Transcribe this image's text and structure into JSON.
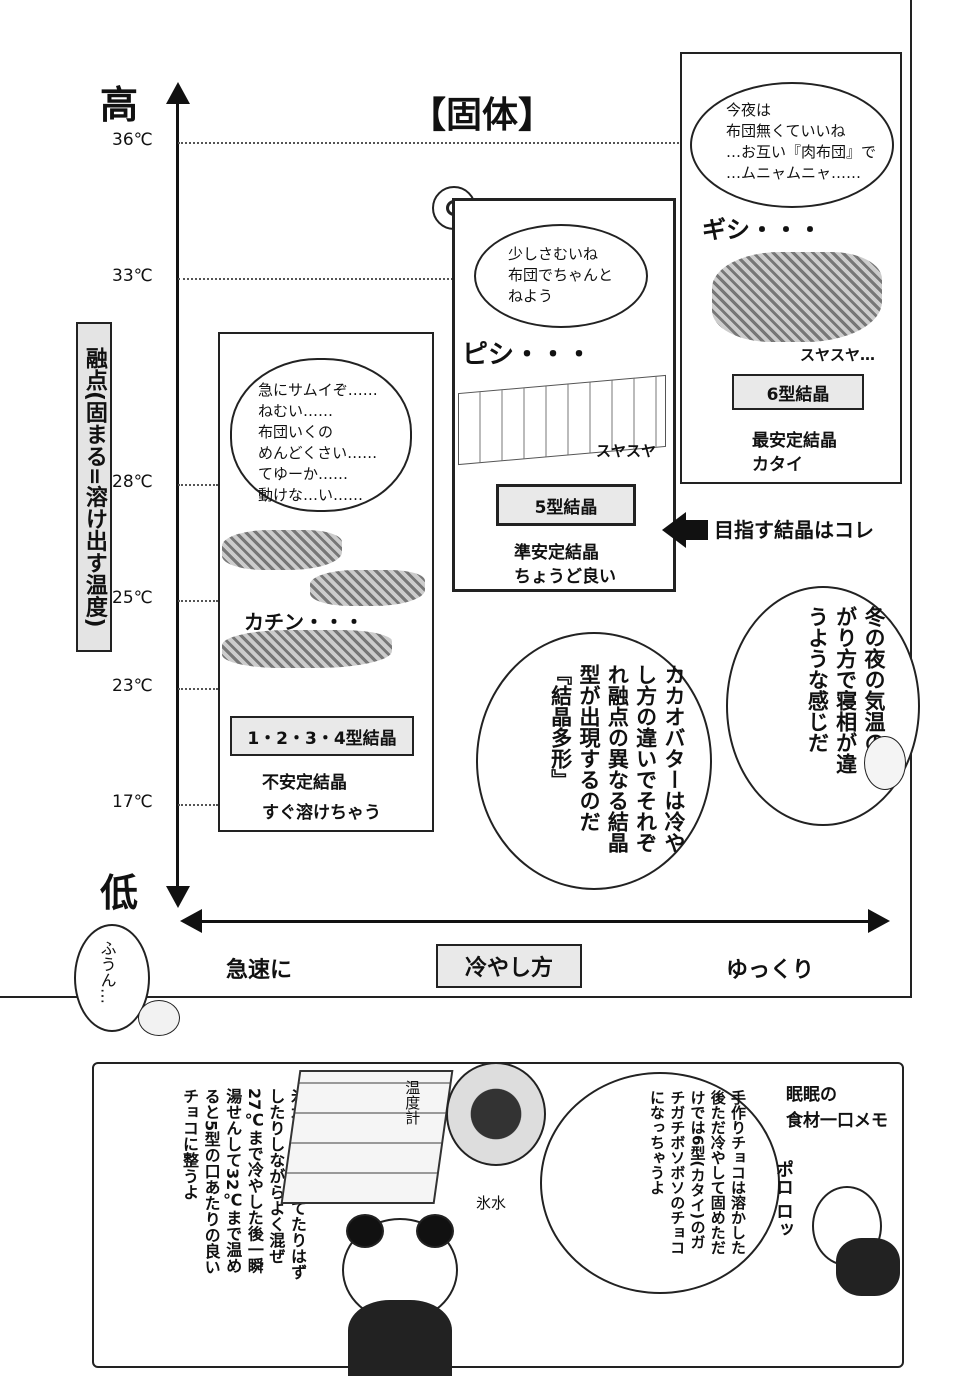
{
  "chart": {
    "title": "【固体】",
    "y_high": "高",
    "y_low": "低",
    "y_label": "融点(固まる=溶け出す温度)",
    "x_label": "冷やし方",
    "x_left": "急速に",
    "x_right": "ゆっくり",
    "temps": [
      "36℃",
      "33℃",
      "28℃",
      "25℃",
      "23℃",
      "17℃"
    ]
  },
  "panel_a": {
    "bubble": [
      "急にサムイぞ……",
      "ねむい……",
      "布団いくの",
      "めんどくさい……",
      "てゆーか……",
      "動けな…い……"
    ],
    "sfx": "カチン・・・",
    "type_label": "1・2・3・4型結晶",
    "desc1": "不安定結晶",
    "desc2": "すぐ溶けちゃう"
  },
  "panel_b": {
    "bubble": [
      "少しさむいね",
      "布団でちゃんと",
      "ねよう"
    ],
    "sfx": "ピシ・・・",
    "snore": "スヤスヤ",
    "type_label": "5型結晶",
    "desc1": "準安定結晶",
    "desc2": "ちょうど良い"
  },
  "panel_c": {
    "bubble": [
      "今夜は",
      "布団無くていいね",
      "…お互い『肉布団』で",
      "…ムニャムニャ……"
    ],
    "sfx": "ギシ・・・",
    "snore": "スヤスヤ…",
    "type_label": "6型結晶",
    "desc1": "最安定結晶",
    "desc2": "カタイ"
  },
  "arrow_note": "目指す結晶はコレ",
  "thought_right": "冬の夜の気温の下がり方で寝相が違うような感じだ",
  "thought_center": "カカオバターは冷やし方の違いでそれぞれ融点の異なる結晶型が出現するのだ『結晶多形』",
  "mini_bubble": "ふうん…",
  "memo": {
    "title1": "眠眠の",
    "title2": "食材一口メモ",
    "left_text": "氷水ボウルにあてたりはずしたりしながらよく混ぜ27℃まで冷やした後一瞬湯せんして32℃まで温めると5型の口あたりの良いチョコに整うよ",
    "thermometer": "温度計",
    "ice_water": "氷水",
    "bubble_text": "手作りチョコは溶かした後ただ冷やして固めただけでは6型(カタイ)のガチガチボソボソのチョコになっちゃうよ",
    "sfx": "ポロ ロッ"
  }
}
